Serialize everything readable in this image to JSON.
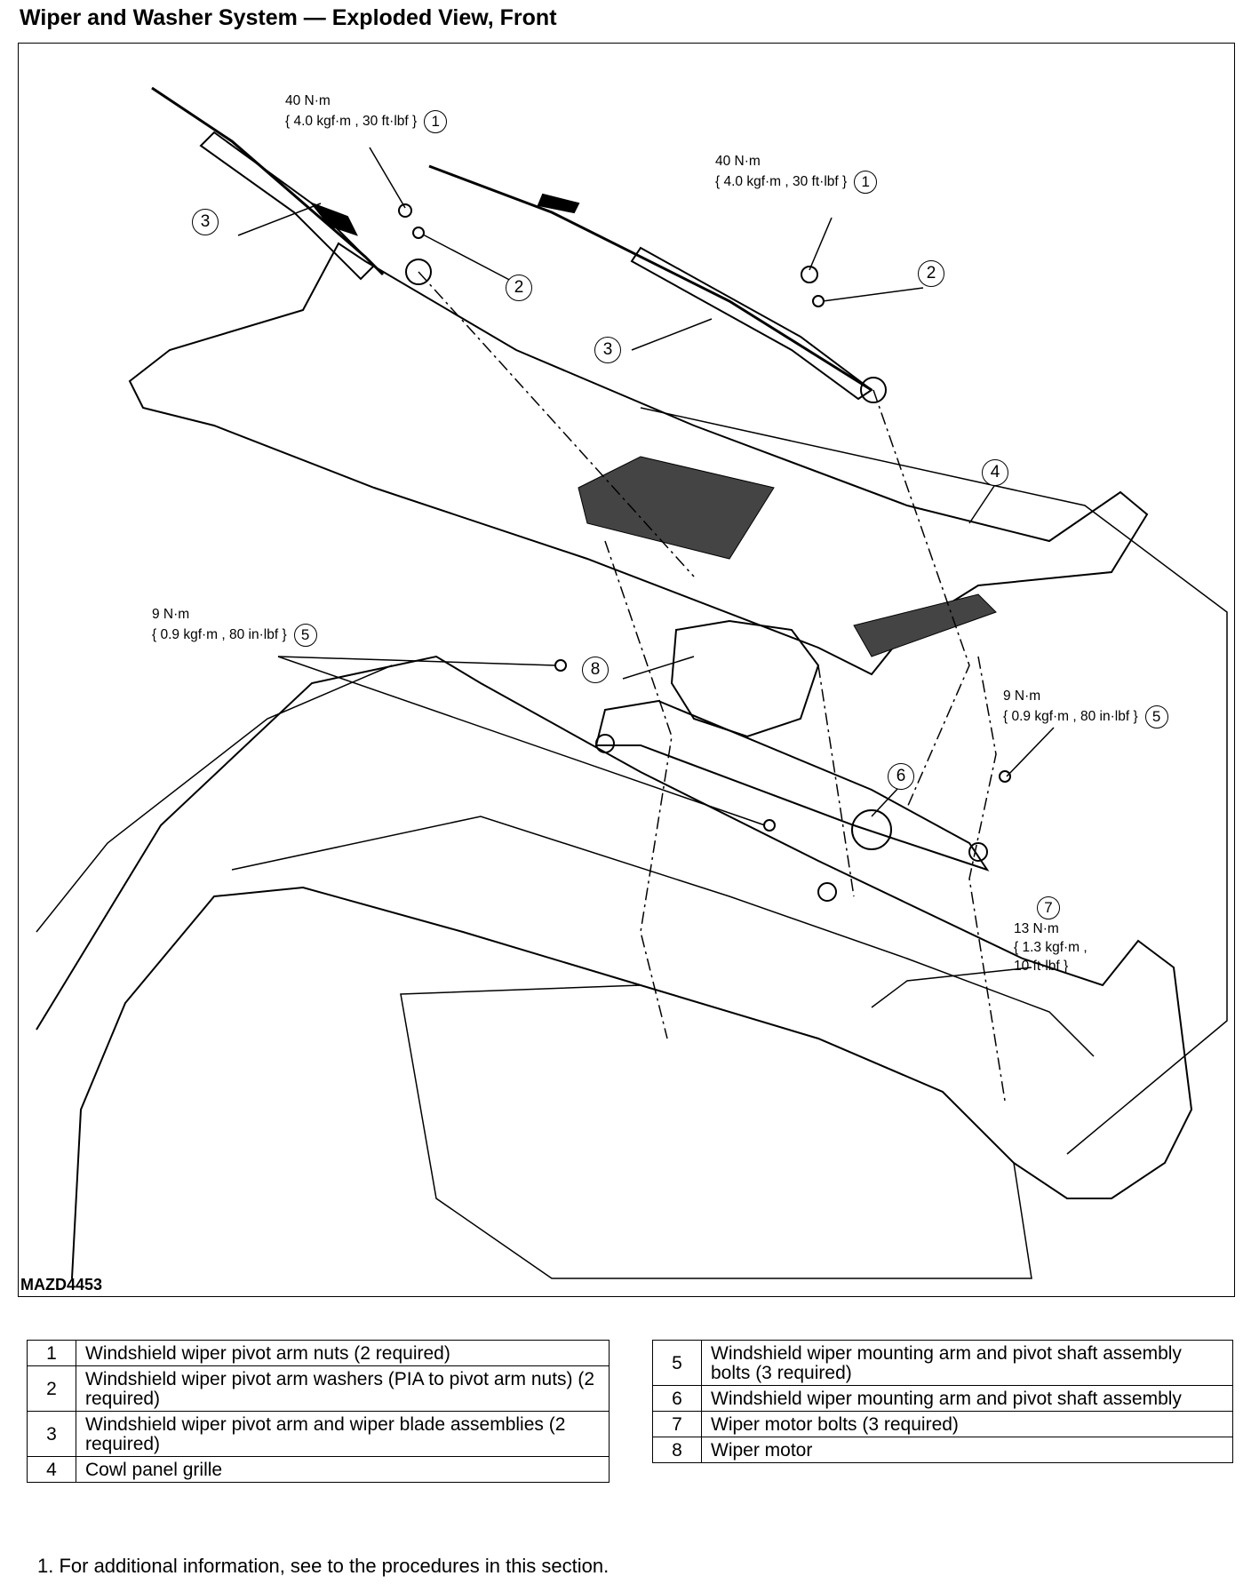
{
  "title": "Wiper and Washer System — Exploded View, Front",
  "figure_code": "MAZD4453",
  "torque_specs": [
    {
      "line1": "40 N·m",
      "line2": "{ 4.0 kgf·m , 30 ft·lbf }",
      "callout": "1"
    },
    {
      "line1": "40 N·m",
      "line2": "{ 4.0 kgf·m , 30 ft·lbf }",
      "callout": "1"
    },
    {
      "line1": "9 N·m",
      "line2": "{ 0.9 kgf·m , 80 in·lbf }",
      "callout": "5"
    },
    {
      "line1": "9 N·m",
      "line2": "{ 0.9 kgf·m , 80 in·lbf }",
      "callout": "5"
    },
    {
      "line1": "13 N·m",
      "line2": "{ 1.3 kgf·m ,",
      "line3": "10 ft·lbf }",
      "callout": "7"
    }
  ],
  "callouts": [
    "3",
    "2",
    "2",
    "3",
    "4",
    "8",
    "6"
  ],
  "legend_left": [
    {
      "num": "1",
      "desc": "Windshield wiper pivot arm nuts (2 required)"
    },
    {
      "num": "2",
      "desc": "Windshield wiper pivot arm washers (PIA to pivot arm nuts) (2 required)"
    },
    {
      "num": "3",
      "desc": "Windshield wiper pivot arm and wiper blade assemblies (2 required)"
    },
    {
      "num": "4",
      "desc": "Cowl panel grille"
    }
  ],
  "legend_right": [
    {
      "num": "5",
      "desc": "Windshield wiper mounting arm and pivot shaft assembly bolts (3 required)"
    },
    {
      "num": "6",
      "desc": "Windshield wiper mounting arm and pivot shaft assembly"
    },
    {
      "num": "7",
      "desc": "Wiper motor bolts (3 required)"
    },
    {
      "num": "8",
      "desc": "Wiper motor"
    }
  ],
  "note": "1. For additional information, see to the procedures in this section."
}
